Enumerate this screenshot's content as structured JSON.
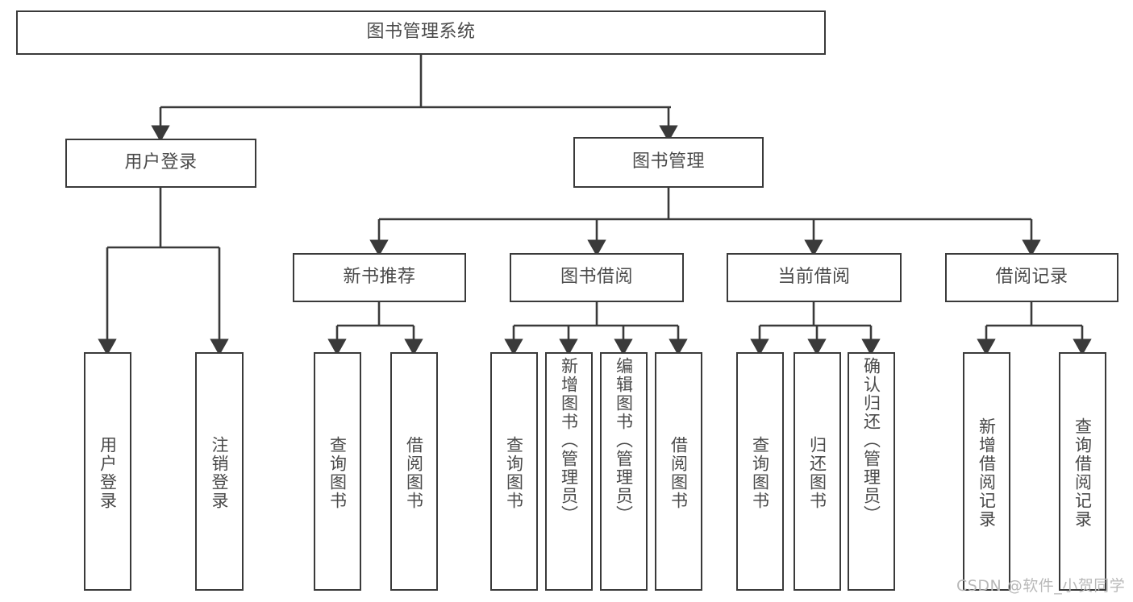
{
  "diagram": {
    "title": "图书管理系统",
    "type": "tree",
    "root": {
      "label": "图书管理系统"
    },
    "level1": [
      {
        "label": "用户登录"
      },
      {
        "label": "图书管理"
      }
    ],
    "level2": [
      {
        "label": "新书推荐"
      },
      {
        "label": "图书借阅"
      },
      {
        "label": "当前借阅"
      },
      {
        "label": "借阅记录"
      }
    ],
    "leaves": {
      "user_login": [
        {
          "label": "用户登录"
        },
        {
          "label": "注销登录"
        }
      ],
      "new_book_recommend": [
        {
          "label": "查询图书"
        },
        {
          "label": "借阅图书"
        }
      ],
      "book_borrow": [
        {
          "label": "查询图书"
        },
        {
          "label": "新增图书（管理员）"
        },
        {
          "label": "编辑图书（管理员）"
        },
        {
          "label": "借阅图书"
        }
      ],
      "current_borrow": [
        {
          "label": "查询图书"
        },
        {
          "label": "归还图书"
        },
        {
          "label": "确认归还（管理员）"
        }
      ],
      "borrow_record": [
        {
          "label": "新增借阅记录"
        },
        {
          "label": "查询借阅记录"
        }
      ]
    }
  },
  "watermark": {
    "text": "CSDN @软件_小贺同学"
  },
  "colors": {
    "border": "#3a3a3a",
    "text": "#4a4a4a",
    "background": "#ffffff",
    "watermark": "#b9b9b9"
  }
}
